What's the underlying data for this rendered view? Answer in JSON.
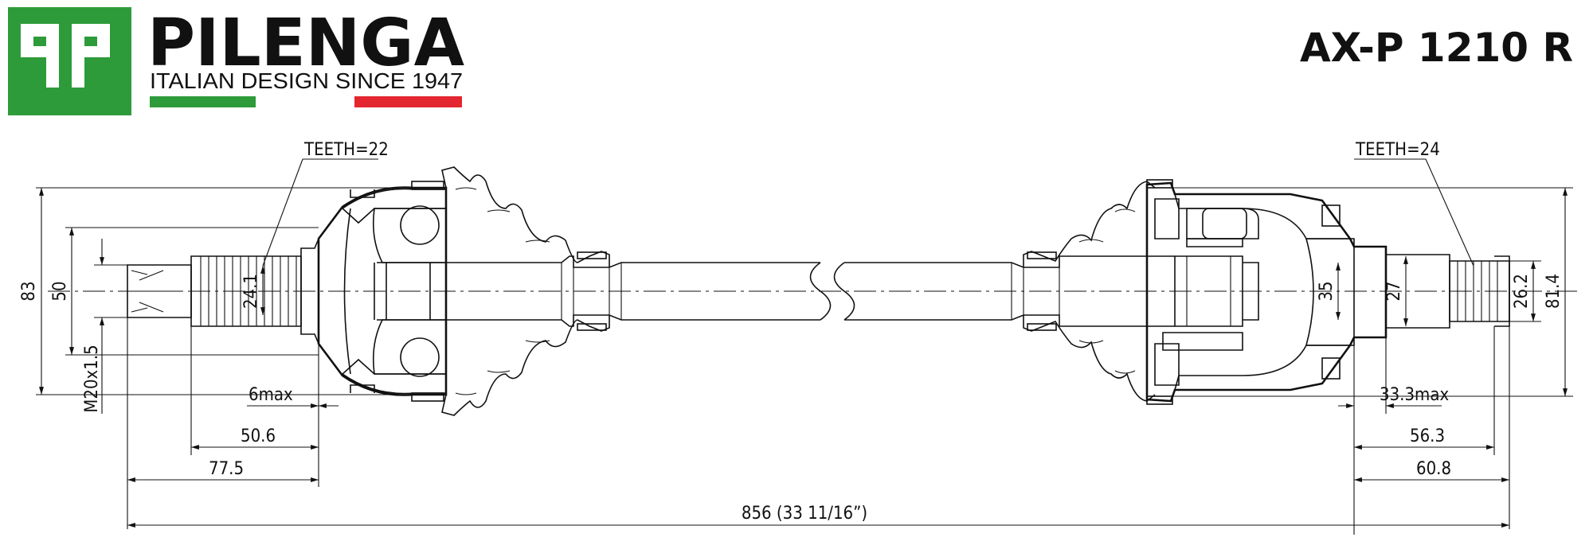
{
  "brand": {
    "logo_text": "PILENGA",
    "tagline": "ITALIAN DESIGN SINCE 1947",
    "colors": {
      "green": "#2e9b3a",
      "red": "#e3262f",
      "dark": "#111111"
    }
  },
  "part_number": "AX-P 1210 R",
  "left_end": {
    "teeth": "TEETH=22",
    "height_overall": "83",
    "height_shaft": "50",
    "spline_diameter": "24.1",
    "thread": "M20x1.5",
    "gap_max": "6max",
    "spline_length": "50.6",
    "stub_length": "77.5"
  },
  "right_end": {
    "teeth": "TEETH=24",
    "dia_a": "35",
    "dia_b": "27",
    "dia_c": "26.2",
    "dia_d": "81.4",
    "gap_max": "33.3max",
    "spline_length": "56.3",
    "stub_length": "60.8"
  },
  "overall_length": "856 (33 11/16”)"
}
